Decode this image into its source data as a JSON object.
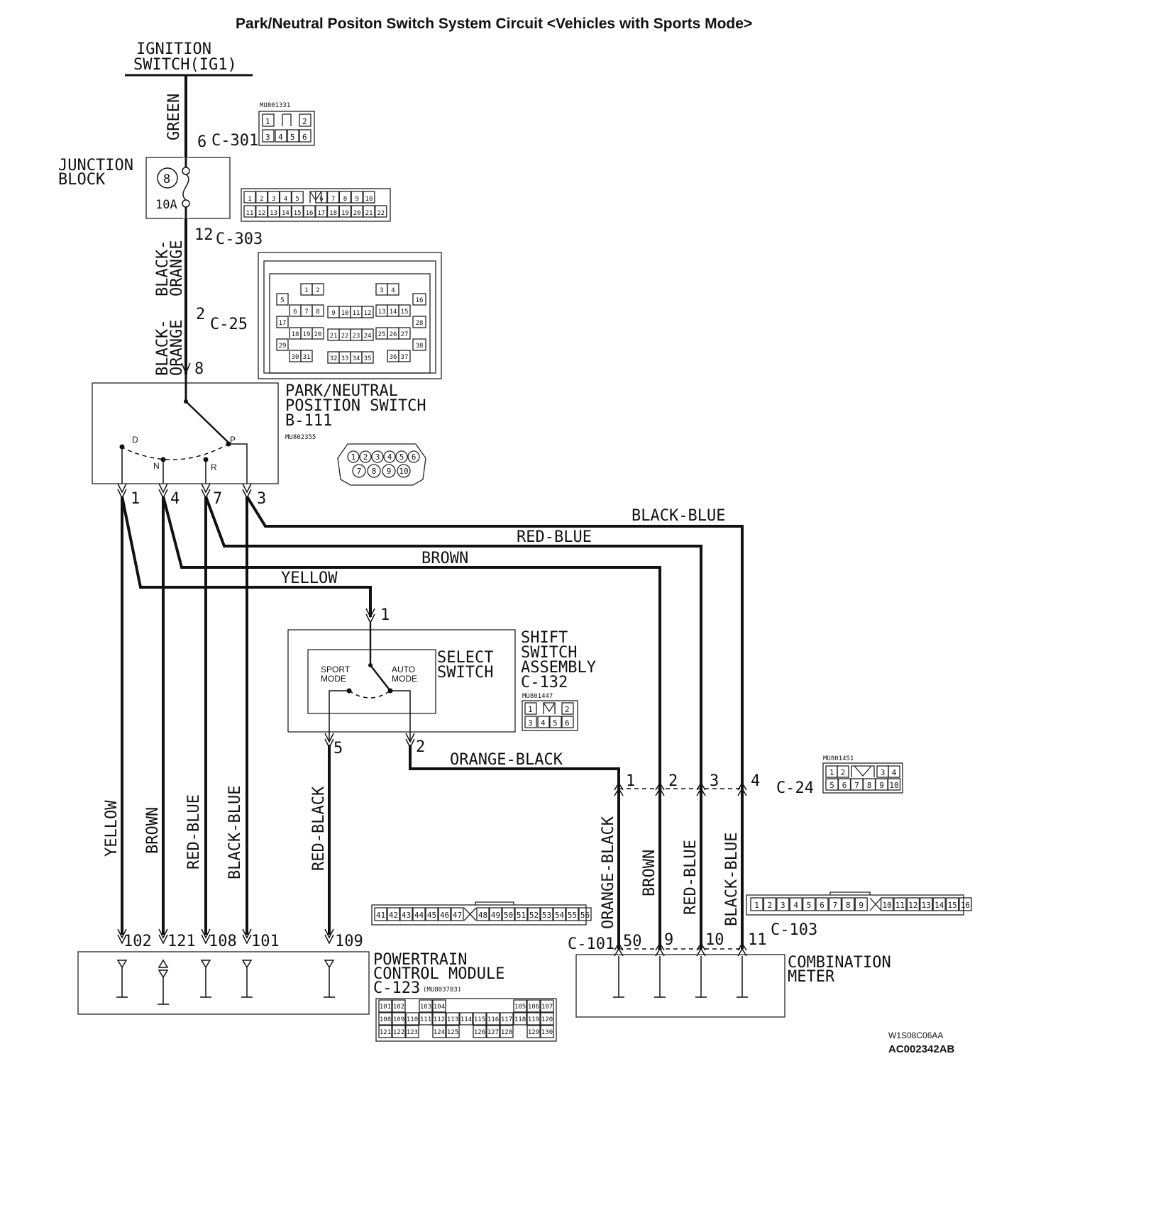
{
  "title": "Park/Neutral Positon Switch System Circuit <Vehicles with Sports Mode>",
  "ignition": {
    "line1": "IGNITION",
    "line2": "SWITCH(IG1)"
  },
  "wire_top_green": "GREEN",
  "c301": {
    "pin": "6",
    "name": "C-301",
    "part": "MU801331",
    "pins_top": [
      "1",
      "2"
    ],
    "pins_bottom": [
      "3",
      "4",
      "5",
      "6"
    ]
  },
  "junction": {
    "line1": "JUNCTION",
    "line2": "BLOCK",
    "fuse_no": "8",
    "fuse_rating": "10A"
  },
  "c303": {
    "pin": "12",
    "name": "C-303",
    "pins_top": [
      "1",
      "2",
      "3",
      "4",
      "5",
      "6",
      "7",
      "8",
      "9",
      "10"
    ],
    "pins_bottom": [
      "11",
      "12",
      "13",
      "14",
      "15",
      "16",
      "17",
      "18",
      "19",
      "20",
      "21",
      "22"
    ]
  },
  "wire_black_orange": {
    "line1": "BLACK-",
    "line2": "ORANGE"
  },
  "c25": {
    "pin": "2",
    "name": "C-25",
    "pins": [
      "1",
      "2",
      "3",
      "4",
      "5",
      "6",
      "7",
      "8",
      "9",
      "10",
      "11",
      "12",
      "13",
      "14",
      "15",
      "16",
      "17",
      "18",
      "19",
      "20",
      "21",
      "22",
      "23",
      "24",
      "25",
      "26",
      "27",
      "28",
      "29",
      "30",
      "31",
      "32",
      "33",
      "34",
      "35",
      "36",
      "37",
      "38"
    ]
  },
  "pnp_switch": {
    "pin_in": "8",
    "line1": "PARK/NEUTRAL",
    "line2": "POSITION SWITCH",
    "line3": "B-111",
    "part": "MU802355",
    "pos_d": "D",
    "pos_n": "N",
    "pos_r": "R",
    "pos_p": "P",
    "pins_top": [
      "1",
      "2",
      "3",
      "4",
      "5",
      "6"
    ],
    "pins_bottom": [
      "7",
      "8",
      "9",
      "10"
    ]
  },
  "pnp_out_pins": [
    "1",
    "4",
    "7",
    "3"
  ],
  "wire_names": {
    "black_blue": "BLACK-BLUE",
    "red_blue": "RED-BLUE",
    "brown": "BROWN",
    "yellow": "YELLOW",
    "red_black": "RED-BLACK",
    "orange_black": "ORANGE-BLACK"
  },
  "shift_assembly": {
    "line1": "SHIFT",
    "line2": "SWITCH",
    "line3": "ASSEMBLY",
    "line4": "C-132",
    "part": "MU801447",
    "pins_top": [
      "1",
      "2"
    ],
    "pins_bottom": [
      "3",
      "4",
      "5",
      "6"
    ]
  },
  "select_switch": {
    "line1": "SELECT",
    "line2": "SWITCH",
    "sport1": "SPORT",
    "sport2": "MODE",
    "auto1": "AUTO",
    "auto2": "MODE",
    "pin_in": "1",
    "pin_sport": "5",
    "pin_auto": "2"
  },
  "c24": {
    "name": "C-24",
    "part": "MU801451",
    "pins": [
      "1",
      "2",
      "3",
      "4"
    ],
    "grid_top": [
      "1",
      "2",
      "3",
      "4"
    ],
    "grid_bottom": [
      "5",
      "6",
      "7",
      "8",
      "9",
      "10"
    ]
  },
  "pcm": {
    "line1": "POWERTRAIN",
    "line2": "CONTROL MODULE",
    "line3": "C-123",
    "part": "(MU803783)",
    "pins": [
      "102",
      "121",
      "108",
      "101",
      "109"
    ],
    "conn_top": [
      "41",
      "42",
      "43",
      "44",
      "45",
      "46",
      "47",
      "48",
      "49",
      "50",
      "51",
      "52",
      "53",
      "54",
      "55",
      "56"
    ],
    "grid_r1": [
      "101",
      "102",
      "",
      "103",
      "104",
      "",
      "",
      "",
      "",
      "",
      "105",
      "106",
      "107"
    ],
    "grid_r2": [
      "108",
      "109",
      "110",
      "111",
      "112",
      "113",
      "114",
      "115",
      "116",
      "117",
      "118",
      "119",
      "120"
    ],
    "grid_r3": [
      "121",
      "122",
      "123",
      "",
      "124",
      "125",
      "",
      "126",
      "127",
      "128",
      "",
      "129",
      "130"
    ]
  },
  "meter": {
    "line1": "COMBINATION",
    "line2": "METER",
    "conn_left": "C-101",
    "conn_right": "C-103",
    "pins": [
      "50",
      "9",
      "10",
      "11"
    ],
    "conn_top": [
      "1",
      "2",
      "3",
      "4",
      "5",
      "6",
      "7",
      "8",
      "9",
      "10",
      "11",
      "12",
      "13",
      "14",
      "15",
      "16"
    ]
  },
  "footer": {
    "code1": "W1S08C06AA",
    "code2": "AC002342AB"
  }
}
